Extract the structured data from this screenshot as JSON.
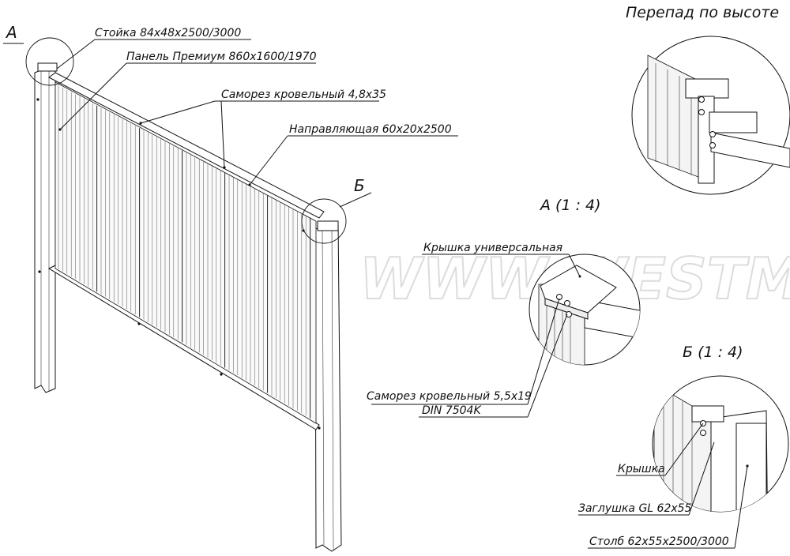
{
  "labels": {
    "post_84": "Стойка 84х48х2500/3000",
    "panel": "Панель Премиум 860х1600/1970",
    "screw_roof": "Саморез кровельный 4,8х35",
    "guide": "Направляющая 60х20х2500",
    "screw_55": "Саморез кровельный 5,5х19",
    "din": "DIN 7504K",
    "cap_universal": "Крышка универсальная",
    "cap": "Крышка",
    "plug": "Заглушка GL 62х55",
    "pillar": "Столб 62х55х2500/3000"
  },
  "callouts": {
    "a": "А",
    "b": "Б",
    "detail_a": "А (1 : 4)",
    "detail_b": "Б (1 : 4)",
    "height_step": "Перепад по высоте"
  },
  "watermark": "WWW.WESTMET.RU"
}
